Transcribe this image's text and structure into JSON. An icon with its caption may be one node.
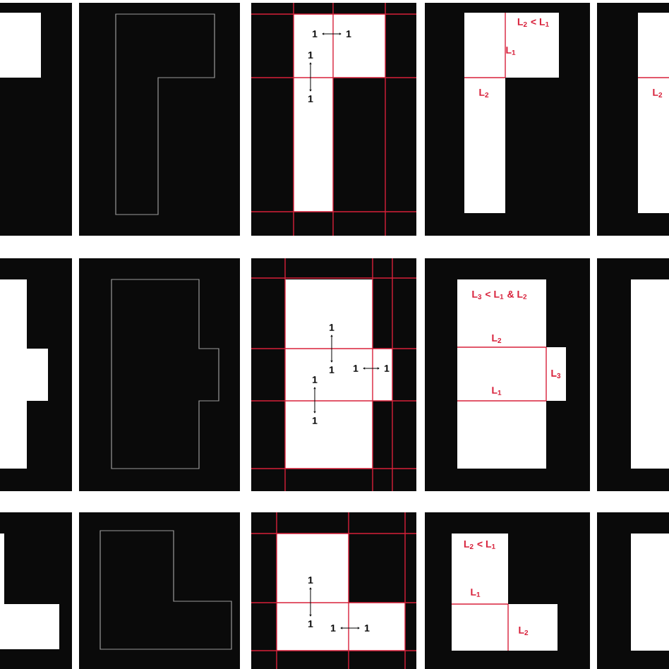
{
  "diagram": {
    "labels": [
      "1",
      "1",
      "1",
      "1",
      "L$_{2}$ < L$_{1}$",
      "L$_{1}$",
      "L$_{2}$",
      "L$_{2}$",
      "1",
      "1",
      "1",
      "1",
      "1",
      "1",
      "L$_{3}$ < L$_{1}$ & L$_{2}$",
      "L$_{2}$",
      "L$_{3}$",
      "L$_{1}$",
      "1",
      "1",
      "1",
      "1",
      "L$_{2}$ < L$_{1}$",
      "L$_{1}$",
      "L$_{2}$"
    ]
  }
}
